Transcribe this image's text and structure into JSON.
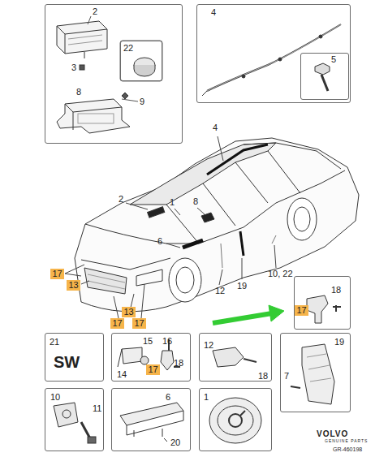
{
  "diagram": {
    "nodes": [
      {
        "text": [
          "2",
          "3",
          "8",
          "9"
        ]
      },
      {
        "text": [
          "22"
        ],
        "in": 0
      },
      {
        "text": [
          "4"
        ]
      },
      {
        "text": [
          "5"
        ],
        "in": 2
      },
      {
        "text": [
          "17"
        ]
      },
      {
        "text": [
          "13"
        ]
      },
      {
        "text": [
          "18"
        ]
      },
      {
        "text": [
          "17"
        ],
        "in": 6
      },
      {
        "text": [
          "13"
        ]
      },
      {
        "text": [
          "17"
        ]
      },
      {
        "text": [
          "17"
        ]
      },
      {
        "text": [
          "21",
          "SW"
        ]
      },
      {
        "text": [
          "15",
          "16",
          "14",
          "18"
        ]
      },
      {
        "text": [
          "17"
        ],
        "in": 12
      },
      {
        "text": [
          "12",
          "18"
        ]
      },
      {
        "text": [
          "19",
          "7"
        ]
      },
      {
        "text": [
          "10",
          "11"
        ]
      },
      {
        "text": [
          "6",
          "20"
        ]
      },
      {
        "text": [
          "1"
        ]
      }
    ],
    "labels": [
      "4",
      "2",
      "1",
      "8",
      "6",
      "19",
      "12",
      "10, 22",
      "VOLVO",
      "GENUINE PARTS",
      "GR-460198"
    ]
  }
}
